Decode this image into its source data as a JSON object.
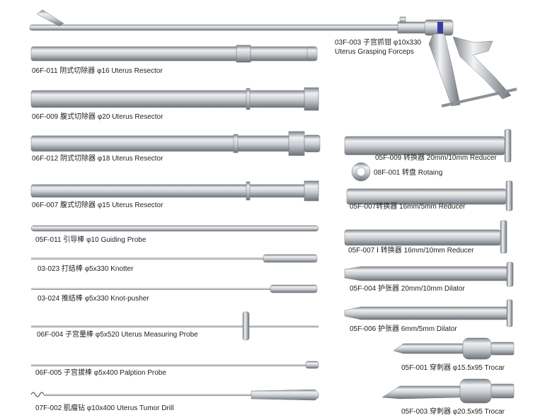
{
  "instruments": [
    {
      "id": "grasping_forceps",
      "code": "03F-003",
      "line1": "03F-003 子宫抓钳 φ10x330",
      "line2": "Uterus Grasping Forceps"
    },
    {
      "id": "resector_16",
      "label": "06F-011 阴式切除器 φ16 Uterus Resector"
    },
    {
      "id": "resector_20",
      "label": "06F-009 腹式切除器 φ20 Uterus Resector"
    },
    {
      "id": "resector_18",
      "label": "06F-012 阴式切除器 φ18 Uterus Resector"
    },
    {
      "id": "resector_15",
      "label": "06F-007 腹式切除器 φ15 Uterus Resector"
    },
    {
      "id": "guiding_probe",
      "label": "05F-011 引导棒 φ10 Guiding Probe"
    },
    {
      "id": "knotter",
      "label": "03-023 打结棒 φ5x330 Knotter"
    },
    {
      "id": "knot_pusher",
      "label": "03-024 推结棒 φ5x330 Knot-pusher"
    },
    {
      "id": "measuring_probe",
      "label": "06F-004 子宫量棒 φ5x520 Uterus Measuring Probe"
    },
    {
      "id": "palpation_probe",
      "label": "06F-005 子宫拔棒 φ5x400 Palption Probe"
    },
    {
      "id": "tumor_drill",
      "label": "07F-002 肌瘤钻 φ10x400 Uterus Tumor Drill"
    },
    {
      "id": "reducer_20_10",
      "label": "05F-009 转换器 20mm/10mm Reducer"
    },
    {
      "id": "rotaing",
      "label": "08F-001 转盘 Rotaing"
    },
    {
      "id": "reducer_16_5",
      "label": "05F-007转换器 16mm/5mm Reducer"
    },
    {
      "id": "reducer_16_10",
      "label": "05F-007 Ⅰ 转换器 16mm/10mm Reducer"
    },
    {
      "id": "dilator_20_10",
      "label": "05F-004 护张器 20mm/10mm Dilator"
    },
    {
      "id": "dilator_6_5",
      "label": "05F-006 护张器 6mm/5mm Dilator"
    },
    {
      "id": "trocar_15",
      "label": "05F-001 穿刺器 φ15.5x95 Trocar"
    },
    {
      "id": "trocar_20",
      "label": "05F-003 穿刺器 φ20.5x95 Trocar"
    }
  ],
  "colors": {
    "steel_light": "#eef0f2",
    "steel_mid": "#b9bec4",
    "steel_dark": "#6c7278",
    "accent": "#3a3aa0"
  }
}
